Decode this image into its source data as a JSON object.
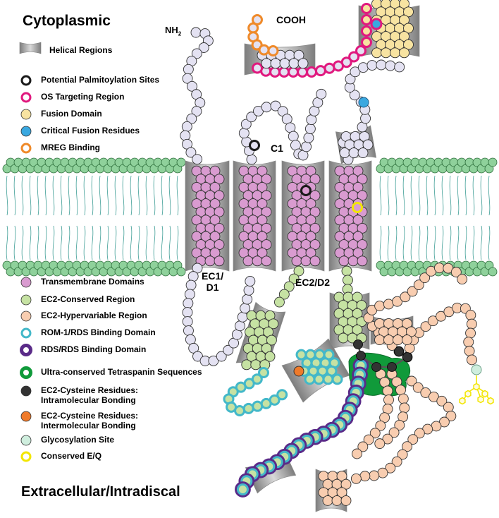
{
  "titles": {
    "cytoplasmic": "Cytoplasmic",
    "extracellular": "Extracellular/Intradiscal"
  },
  "labels": {
    "nh2": "NH",
    "nh2_sub": "2",
    "cooh": "COOH",
    "c1": "C1",
    "ec1_line1": "EC1/",
    "ec1_line2": "D1",
    "ec2": "EC2/D2"
  },
  "legend_top": [
    {
      "key": "helical",
      "label": "Helical Regions",
      "swatch": "helix"
    },
    {
      "key": "palm",
      "label": "Potential Palmitoylation Sites",
      "swatch": "ring",
      "color": "#1a1a1a"
    },
    {
      "key": "os",
      "label": "OS Targeting Region",
      "swatch": "ring",
      "color": "#e0197e"
    },
    {
      "key": "fusion",
      "label": "Fusion Domain",
      "swatch": "dot",
      "color": "#f7e3a1"
    },
    {
      "key": "crit",
      "label": "Critical Fusion Residues",
      "swatch": "dot",
      "color": "#3aa8e0"
    },
    {
      "key": "mreg",
      "label": "MREG Binding",
      "swatch": "ring",
      "color": "#ef8a2a"
    }
  ],
  "legend_bottom": [
    {
      "key": "tm",
      "label": "Transmembrane Domains",
      "swatch": "dot",
      "color": "#d99bd0"
    },
    {
      "key": "ec2c",
      "label": "EC2-Conserved Region",
      "swatch": "dot",
      "color": "#c6e2a3"
    },
    {
      "key": "ec2h",
      "label": "EC2-Hypervariable Region",
      "swatch": "dot",
      "color": "#f8cdb0"
    },
    {
      "key": "rom",
      "label": "ROM-1/RDS Binding Domain",
      "swatch": "ring",
      "color": "#43b8c9"
    },
    {
      "key": "rds",
      "label": "RDS/RDS Binding Domain",
      "swatch": "thickring",
      "color": "#5a2b88"
    },
    {
      "key": "ultra",
      "label": "Ultra-conserved Tetraspanin Sequences",
      "swatch": "thickring",
      "color": "#109a3a"
    },
    {
      "key": "cysintra",
      "label": "EC2-Cysteine Residues:",
      "label2": "Intramolecular  Bonding",
      "swatch": "dot",
      "color": "#333333"
    },
    {
      "key": "cysinter",
      "label": "EC2-Cysteine Residues:",
      "label2": "Intermolecular  Bonding",
      "swatch": "dot",
      "color": "#ef7a2a"
    },
    {
      "key": "glyco",
      "label": "Glycosylation Site",
      "swatch": "dot",
      "color": "#cfeede"
    },
    {
      "key": "eq",
      "label": "Conserved   E/Q",
      "swatch": "ring",
      "color": "#f2e600"
    }
  ],
  "colors": {
    "loop": "#e4e2f2",
    "tm": "#d99bd0",
    "lipid_head": "#8fd19b",
    "lipid_tail": "#3f9e96",
    "helix": "#a0a0a0",
    "ec2_conserved": "#c6e2a3",
    "ec2_hyper": "#f8cdb0",
    "fusion": "#f7e3a1",
    "os": "#e0197e",
    "mreg": "#ef8a2a",
    "rom": "#43b8c9",
    "rds": "#5a2b88",
    "ultra": "#109a3a",
    "cys": "#333333",
    "cys_inter": "#ef7a2a",
    "glyco": "#cfeede",
    "eq": "#f2e600",
    "crit": "#3aa8e0"
  }
}
